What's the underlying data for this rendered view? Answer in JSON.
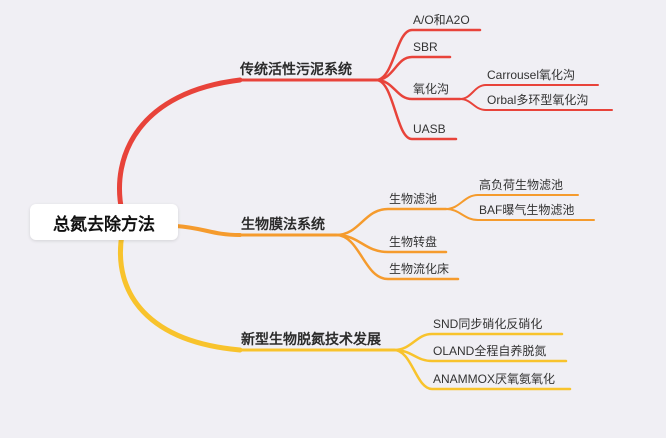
{
  "colors": {
    "background": "#f0eff4",
    "branch_traditional": "#e8433a",
    "branch_biofilm": "#f59b2d",
    "branch_new_tech": "#f8c32c",
    "text": "#333333",
    "root_bg": "#ffffff",
    "root_text": "#111111"
  },
  "root": {
    "label": "总氮去除方法"
  },
  "branches": [
    {
      "label": "传统活性污泥系统",
      "color": "#e8433a",
      "children": [
        {
          "label": "A/O和A2O"
        },
        {
          "label": "SBR"
        },
        {
          "label": "氧化沟",
          "children": [
            {
              "label": "Carrousel氧化沟"
            },
            {
              "label": "Orbal多环型氧化沟"
            }
          ]
        },
        {
          "label": "UASB"
        }
      ]
    },
    {
      "label": "生物膜法系统",
      "color": "#f59b2d",
      "children": [
        {
          "label": "生物滤池",
          "children": [
            {
              "label": "高负荷生物滤池"
            },
            {
              "label": "BAF曝气生物滤池"
            }
          ]
        },
        {
          "label": "生物转盘"
        },
        {
          "label": "生物流化床"
        }
      ]
    },
    {
      "label": "新型生物脱氮技术发展",
      "color": "#f8c32c",
      "children": [
        {
          "label": "SND同步硝化反硝化"
        },
        {
          "label": "OLAND全程自养脱氮"
        },
        {
          "label": "ANAMMOX厌氧氨氧化"
        }
      ]
    }
  ]
}
